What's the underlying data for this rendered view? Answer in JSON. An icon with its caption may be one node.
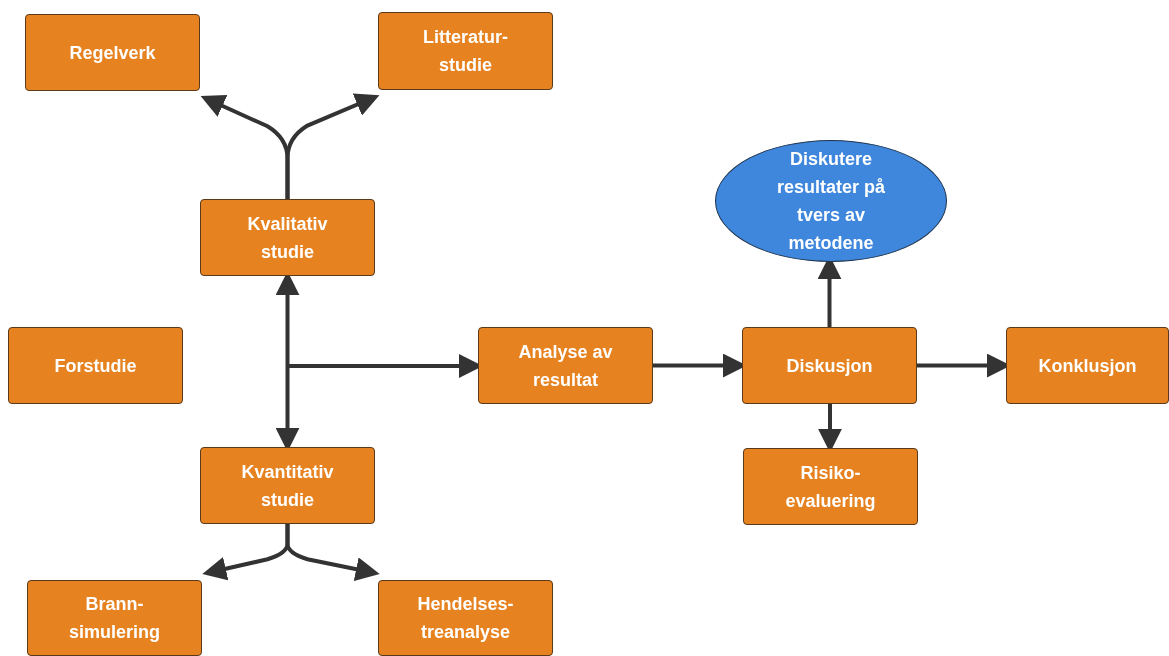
{
  "diagram": {
    "nodes": [
      {
        "text": [
          "Regelverk"
        ]
      },
      {
        "text": [
          "Litteratur- studie"
        ]
      },
      {
        "text": [
          "Kvalitativ studie"
        ]
      },
      {
        "text": [
          "Forstudie"
        ]
      },
      {
        "text": [
          "Analyse av resultat"
        ]
      },
      {
        "text": [
          "Diskutere resultater på tvers av metodene"
        ]
      },
      {
        "text": [
          "Diskusjon"
        ]
      },
      {
        "text": [
          "Konklusjon"
        ]
      },
      {
        "text": [
          "Kvantitativ studie"
        ]
      },
      {
        "text": [
          "Risiko- evaluering"
        ]
      },
      {
        "text": [
          "Brann- simulering"
        ]
      },
      {
        "text": [
          "Hendelses- treanalyse"
        ]
      }
    ],
    "edges": [
      {
        "from": 2,
        "to": 0,
        "arrow": "to"
      },
      {
        "from": 2,
        "to": 1,
        "arrow": "to"
      },
      {
        "from": 2,
        "to": 8,
        "arrow": "both"
      },
      {
        "from": null,
        "to": 4,
        "arrow": "to"
      },
      {
        "from": 4,
        "to": 6,
        "arrow": "to"
      },
      {
        "from": 6,
        "to": 5,
        "arrow": "to"
      },
      {
        "from": 6,
        "to": 7,
        "arrow": "to"
      },
      {
        "from": 6,
        "to": 9,
        "arrow": "to"
      },
      {
        "from": 8,
        "to": 10,
        "arrow": "to"
      },
      {
        "from": 8,
        "to": 11,
        "arrow": "to"
      }
    ]
  }
}
